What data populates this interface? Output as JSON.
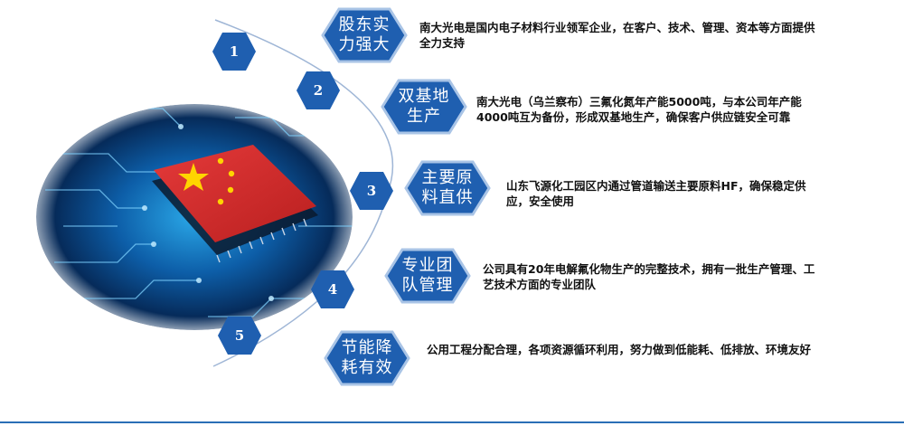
{
  "colors": {
    "hex_fill": "#1f5fb0",
    "hex_border": "#a9c4e6",
    "arc": "#9fb6d6",
    "accent_line": "#2a6fb6"
  },
  "items": [
    {
      "number": "1",
      "label": "股东实力强大",
      "description": "南大光电是国内电子材料行业领军企业，在客户、技术、管理、资本等方面提供全力支持"
    },
    {
      "number": "2",
      "label": "双基地生产",
      "description": "南大光电（乌兰察布）三氟化氮年产能5000吨，与本公司年产能4000吨互为备份，形成双基地生产，确保客户供应链安全可靠"
    },
    {
      "number": "3",
      "label": "主要原料直供",
      "description": "山东飞源化工园区内通过管道输送主要原料HF，确保稳定供应，安全使用"
    },
    {
      "number": "4",
      "label": "专业团队管理",
      "description": "公司具有20年电解氟化物生产的完整技术，拥有一批生产管理、工艺技术方面的专业团队"
    },
    {
      "number": "5",
      "label": "节能降耗有效",
      "description": "公用工程分配合理，各项资源循环利用，努力做到低能耗、低排放、环境友好"
    }
  ],
  "image": {
    "icon": "circuit-board-chip-with-flag"
  }
}
